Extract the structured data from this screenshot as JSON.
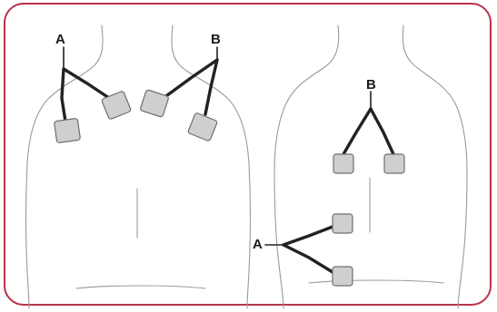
{
  "colors": {
    "border": "#b8324a",
    "pad_fill": "#cfcfcf",
    "pad_stroke": "#6f6f6f",
    "body_outline": "#9a9a9a",
    "wire": "#222222"
  },
  "left_figure": {
    "label_a": "A",
    "label_b": "B"
  },
  "right_figure": {
    "label_a": "A",
    "label_b": "B"
  }
}
